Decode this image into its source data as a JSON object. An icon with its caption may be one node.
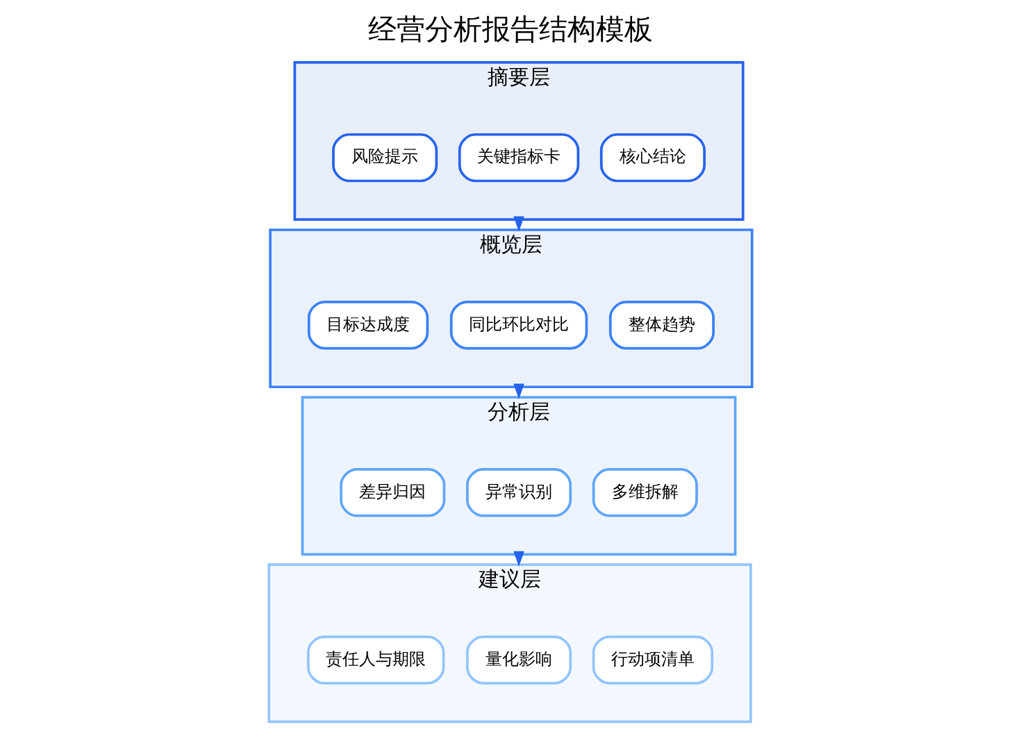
{
  "diagram": {
    "title": "经营分析报告结构模板",
    "nodes": [
      {
        "text": [
          "摘要层"
        ]
      },
      {
        "text": [
          "核心结论"
        ],
        "in": 0
      },
      {
        "text": [
          "关键指标卡"
        ],
        "in": 0
      },
      {
        "text": [
          "风险提示"
        ],
        "in": 0
      },
      {
        "text": [
          "概览层"
        ]
      },
      {
        "text": [
          "整体趋势"
        ],
        "in": 4
      },
      {
        "text": [
          "同比环比对比"
        ],
        "in": 4
      },
      {
        "text": [
          "目标达成度"
        ],
        "in": 4
      },
      {
        "text": [
          "分析层"
        ]
      },
      {
        "text": [
          "多维拆解"
        ],
        "in": 8
      },
      {
        "text": [
          "异常识别"
        ],
        "in": 8
      },
      {
        "text": [
          "差异归因"
        ],
        "in": 8
      },
      {
        "text": [
          "建议层"
        ]
      },
      {
        "text": [
          "行动项清单"
        ],
        "in": 12
      },
      {
        "text": [
          "量化影响"
        ],
        "in": 12
      },
      {
        "text": [
          "责任人与期限"
        ],
        "in": 12
      }
    ],
    "edges": [
      {
        "from": 0,
        "to": 4,
        "arrow": "to"
      },
      {
        "from": 4,
        "to": 8,
        "arrow": "to"
      },
      {
        "from": 8,
        "to": 12,
        "arrow": "to"
      }
    ]
  }
}
